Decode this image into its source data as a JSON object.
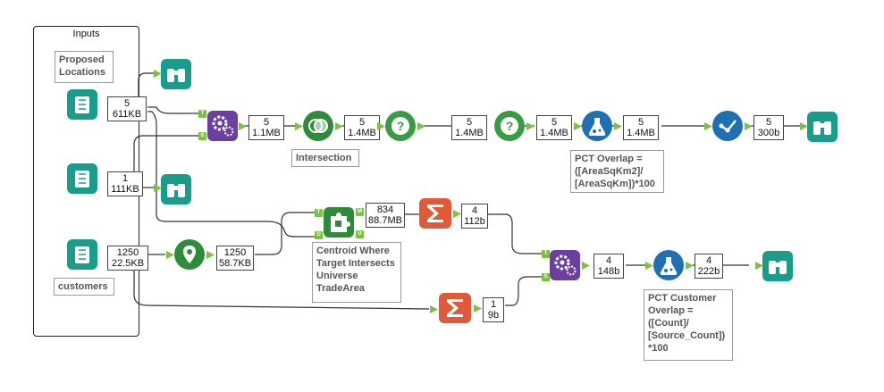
{
  "container": {
    "title": "Inputs"
  },
  "comments": {
    "proposed_locations": "Proposed\nLocations",
    "customers": "customers",
    "intersection": "Intersection",
    "pct_overlap": "PCT Overlap =\n([AreaSqKm2]/\n[AreaSqKm])*100",
    "centroid": "Centroid Where\nTarget Intersects\nUniverse\nTradeArea",
    "pct_customer": "PCT Customer\nOverlap =\n([Count]/\n[Source_Count])\n*100"
  },
  "badges": {
    "input1": {
      "count": "5",
      "size": "611KB"
    },
    "input2": {
      "count": "1",
      "size": "111KB"
    },
    "input3": {
      "count": "1250",
      "size": "22.5KB"
    },
    "spatial_match": {
      "count": "5",
      "size": "1.1MB"
    },
    "intersect": {
      "count": "5",
      "size": "1.4MB"
    },
    "filter1": {
      "count": "5",
      "size": "1.4MB"
    },
    "filter2": {
      "count": "5",
      "size": "1.4MB"
    },
    "formula1": {
      "count": "5",
      "size": "1.4MB"
    },
    "select": {
      "count": "5",
      "size": "300b"
    },
    "create_points": {
      "count": "1250",
      "size": "58.7KB"
    },
    "spatial_match2": {
      "count": "834",
      "size": "88.7MB"
    },
    "summarize1": {
      "count": "4",
      "size": "112b"
    },
    "summarize2": {
      "count": "1",
      "size": "9b"
    },
    "join": {
      "count": "4",
      "size": "148b"
    },
    "formula2": {
      "count": "4",
      "size": "222b"
    }
  },
  "anchor_labels": {
    "target": "T",
    "source": "S",
    "match": "M",
    "unmatched": "U"
  },
  "colors": {
    "input_teal": "#1a9c8a",
    "browse_teal": "#1a9c8a",
    "developer_purple": "#6b3fa0",
    "spatial_green": "#2e8b3a",
    "prep_green": "#3a9b43",
    "formula_blue": "#1f6fb3",
    "summarize_orange": "#e05a3a",
    "anchor_green": "#7cc242"
  },
  "icons": {
    "input": "book-icon",
    "browse": "binoculars-icon",
    "spatial_match": "gear-icon",
    "intersect": "overlap-icon",
    "filter": "question-icon",
    "formula": "flask-icon",
    "select": "checkmark-icon",
    "create_points": "map-pin-icon",
    "spatial_match_tool": "puzzle-icon",
    "summarize": "sigma-icon",
    "join": "gear-icon"
  }
}
